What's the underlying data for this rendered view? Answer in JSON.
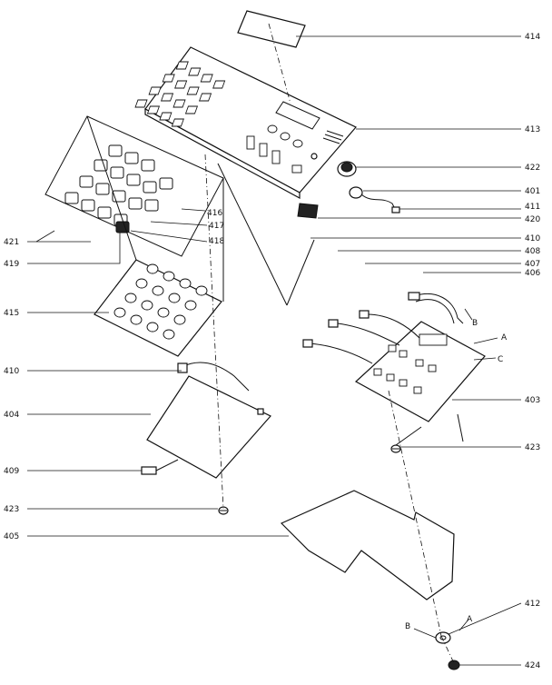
{
  "callouts": {
    "c414": "414",
    "c413": "413",
    "c422": "422",
    "c401": "401",
    "c411": "411",
    "c420": "420",
    "c421": "421",
    "c416": "416",
    "c417": "417",
    "c418": "418",
    "c419": "419",
    "c410a": "410",
    "c408a": "408",
    "c407": "407",
    "c406": "406",
    "c415": "415",
    "c410b": "410",
    "c404": "404",
    "c403": "403",
    "c409": "409",
    "c423a": "423",
    "c423b": "423",
    "c405": "405",
    "c412": "412",
    "c424": "424"
  },
  "connectors": {
    "a1": "A",
    "b1": "B",
    "cc": "C",
    "a2": "A",
    "b2": "B"
  }
}
